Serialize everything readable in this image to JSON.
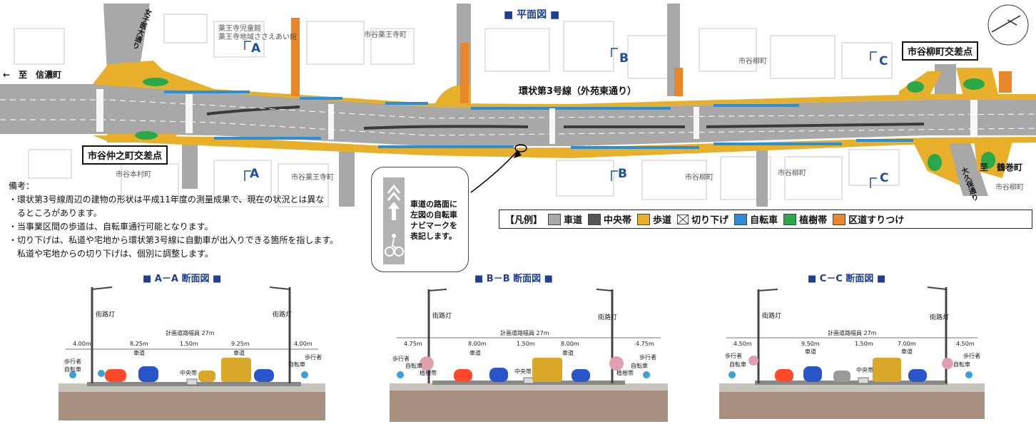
{
  "plan": {
    "title": "■ 平面図 ■",
    "road_name": "環状第3号線（外苑東通り）",
    "direction_left": "←　至　信濃町",
    "direction_right": "至　鶴巻町",
    "intersections": {
      "left": "市谷仲之町交差点",
      "right": "市谷柳町交差点"
    },
    "street_labels": {
      "joshi_idai": "女子医大通り",
      "okubo": "大久保通り"
    },
    "place_labels": {
      "children_hall_1": "薬王寺児童館",
      "children_hall_2": "薬王寺地域ささえあい館",
      "yakuoji_top": "市谷薬王寺町",
      "yakuoji_bottom": "市谷薬王寺町",
      "honmura": "市谷本村町",
      "yanagicho_top": "市谷柳町",
      "yanagicho_bottom1": "市谷柳町",
      "yanagicho_bottom2": "市谷柳町",
      "yanagicho_right": "市谷柳町"
    },
    "section_markers": [
      "A",
      "A",
      "B",
      "B",
      "C",
      "C"
    ]
  },
  "notes": {
    "heading": "備考：",
    "lines": [
      "・環状第3号線周辺の建物の形状は平成11年度の測量成果で、現在の状況とは異な",
      "　るところがあります。",
      "・当事業区間の歩道は、自転車通行可能となります。",
      "・切り下げは、私道や宅地から環状第3号線に自動車が出入りできる箇所を指します。",
      "　私道や宅地からの切り下げは、個別に調整します。"
    ]
  },
  "callout": {
    "lines": [
      "車道の路面に",
      "左図の自転車",
      "ナビマークを",
      "表記します。"
    ]
  },
  "legend": {
    "title": "【凡例】",
    "items": [
      {
        "label": "車道",
        "color": "#a8a8a8"
      },
      {
        "label": "中央帯",
        "color": "#555555"
      },
      {
        "label": "歩道",
        "color": "#e8b02a"
      },
      {
        "label": "切り下げ",
        "color": "#ffffff"
      },
      {
        "label": "自転車",
        "color": "#2c8fd6"
      },
      {
        "label": "植樹帯",
        "color": "#2aa84a"
      },
      {
        "label": "区道すりつけ",
        "color": "#e8862a"
      }
    ]
  },
  "colors": {
    "roadway": "#a8a8a8",
    "median": "#555555",
    "sidewalk": "#e8b02a",
    "bicycle": "#2c8fd6",
    "planting": "#2aa84a",
    "ward_road": "#e8862a",
    "title_blue": "#1f3f8f"
  },
  "sections": [
    {
      "title": "■ A－A 断面図 ■",
      "total": "計画道路幅員 27m",
      "streetlight": "街路灯",
      "widths": [
        "4.00m",
        "8.25m",
        "1.50m",
        "9.25m",
        "4.00m"
      ],
      "labels": {
        "left_ped": "歩行者",
        "left_bike": "自転車",
        "road_left": "車道",
        "median": "中央帯",
        "road_right": "車道",
        "right_bike": "自転車",
        "right_ped": "歩行者"
      }
    },
    {
      "title": "■ B－B 断面図 ■",
      "total": "計画道路幅員 27m",
      "streetlight": "街路灯",
      "widths": [
        "4.75m",
        "8.00m",
        "1.50m",
        "8.00m",
        "4.75m"
      ],
      "labels": {
        "left_ped": "歩行者",
        "left_bike": "自転車",
        "left_plant": "植樹帯",
        "road_left": "車道",
        "median": "中央帯",
        "road_right": "車道",
        "right_plant": "植樹帯",
        "right_bike": "自転車",
        "right_ped": "歩行者"
      }
    },
    {
      "title": "■ C－C 断面図 ■",
      "total": "計画道路幅員 27m",
      "streetlight": "街路灯",
      "widths": [
        "4.50m",
        "9.50m",
        "1.50m",
        "7.00m",
        "4.50m"
      ],
      "labels": {
        "left_ped": "歩行者",
        "left_bike": "自転車",
        "road_left": "車道",
        "median": "中央帯",
        "road_right": "車道",
        "right_bike": "自転車",
        "right_ped": "歩行者"
      }
    }
  ]
}
